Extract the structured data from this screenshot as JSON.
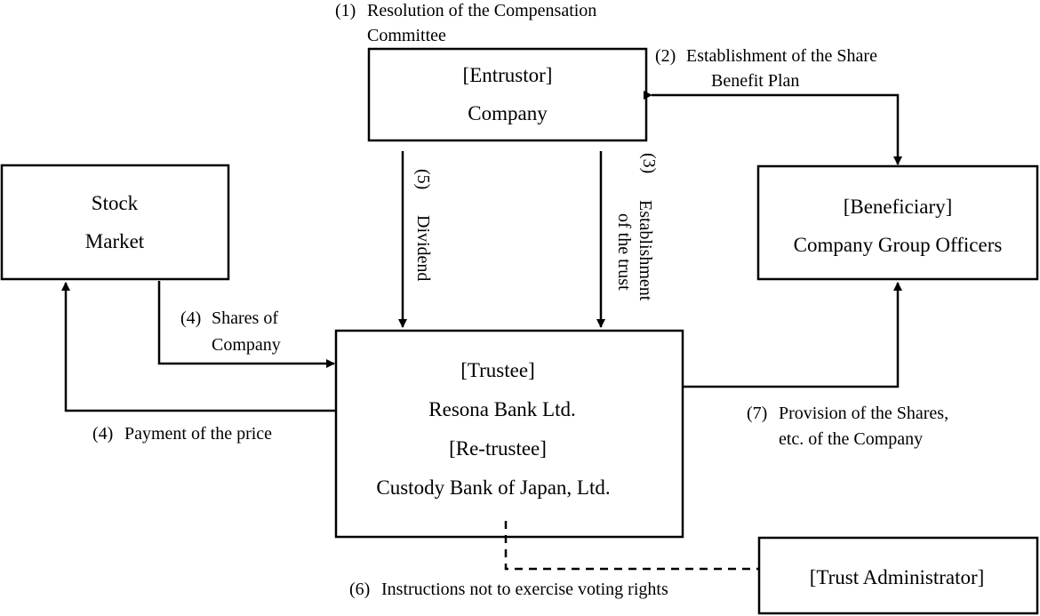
{
  "entrustor": {
    "role": "[Entrustor]",
    "name": "Company"
  },
  "stock_market": {
    "line1": "Stock",
    "line2": "Market"
  },
  "beneficiary": {
    "role": "[Beneficiary]",
    "name": "Company Group Officers"
  },
  "trustee": {
    "role": "[Trustee]",
    "name": "Resona Bank Ltd.",
    "re_role": "[Re-trustee]",
    "re_name": "Custody Bank of Japan, Ltd."
  },
  "trust_administrator": {
    "label": "[Trust Administrator]"
  },
  "steps": {
    "s1": {
      "num": "(1)",
      "line1": "Resolution of the Compensation",
      "line2": "Committee"
    },
    "s2": {
      "num": "(2)",
      "line1": "Establishment of the Share",
      "line2": "Benefit Plan"
    },
    "s3": {
      "num": "(3)",
      "line1": "Establishment",
      "line2": "of the trust"
    },
    "s4a": {
      "num": "(4)",
      "line1": "Shares of",
      "line2": "Company"
    },
    "s4b": {
      "num": "(4)",
      "text": "Payment of the price"
    },
    "s5": {
      "num": "(5)",
      "text": "Dividend"
    },
    "s6": {
      "num": "(6)",
      "text": "Instructions not to exercise voting rights"
    },
    "s7": {
      "num": "(7)",
      "line1": "Provision of the Shares,",
      "line2": "etc. of the Company"
    }
  }
}
